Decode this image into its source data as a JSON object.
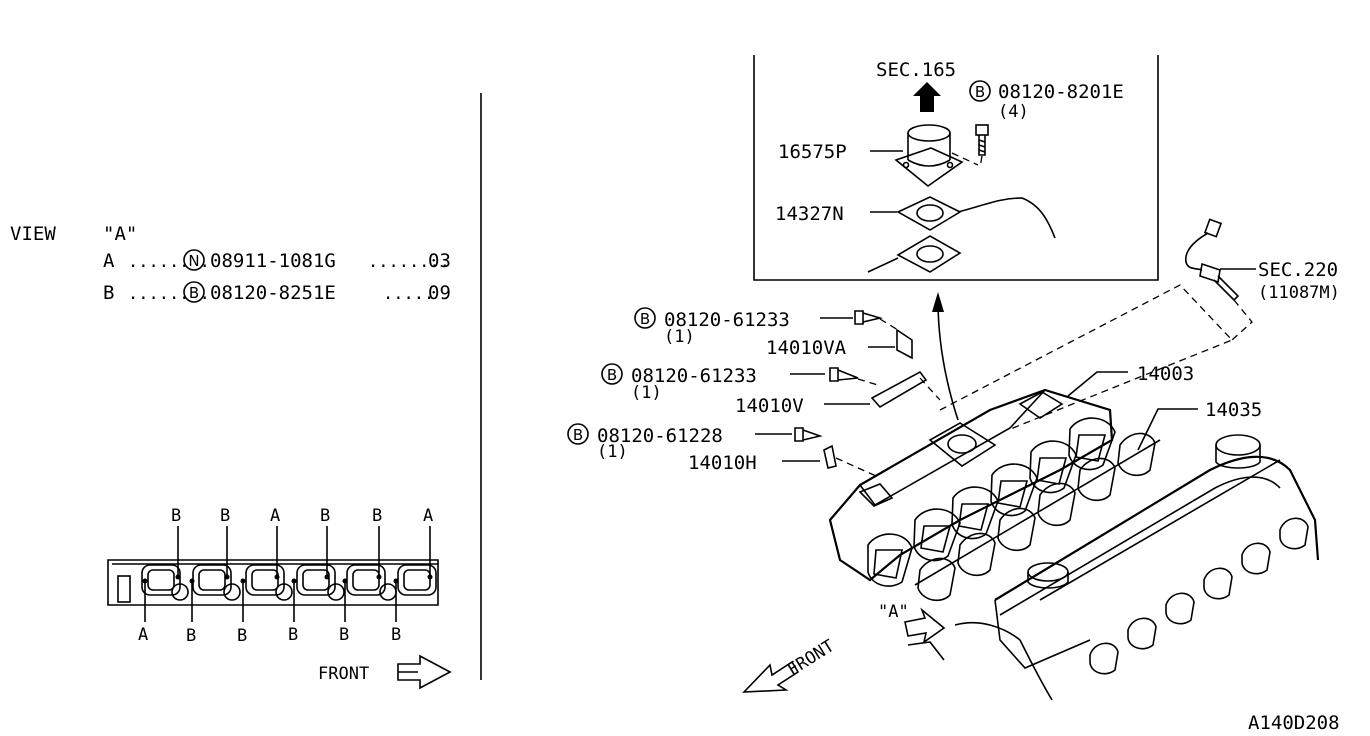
{
  "view": {
    "title": "VIEW",
    "title_ref": "\"A\"",
    "rows": [
      {
        "letter": "A",
        "dots1": "........",
        "badge": "N",
        "part": "08911-1081G",
        "dots2": "........",
        "qty": "03"
      },
      {
        "letter": "B",
        "dots1": "........",
        "badge": "B",
        "part": "08120-8251E",
        "dots2": ".....",
        "qty": "09"
      }
    ]
  },
  "gasket_view": {
    "top_letters": [
      "B",
      "B",
      "A",
      "B",
      "B",
      "A"
    ],
    "bottom_letters": [
      "A",
      "B",
      "B",
      "B",
      "B",
      "B"
    ],
    "front_label": "FRONT"
  },
  "inset": {
    "sec_label": "SEC.165",
    "bolt_badge": "B",
    "bolt_part": "08120-8201E",
    "bolt_qty": "(4)",
    "part_16575P": "16575P",
    "part_14327N": "14327N"
  },
  "callouts": {
    "b1_badge": "B",
    "b1_part": "08120-61233",
    "b1_qty": "(1)",
    "p14010VA": "14010VA",
    "b2_badge": "B",
    "b2_part": "08120-61233",
    "b2_qty": "(1)",
    "p14010V": "14010V",
    "b3_badge": "B",
    "b3_part": "08120-61228",
    "b3_qty": "(1)",
    "p14010H": "14010H",
    "p14003": "14003",
    "p14035": "14035",
    "sec220": "SEC.220",
    "sec220_ref": "(11087M)",
    "view_a_ref": "\"A\"",
    "front_label": "FRONT"
  },
  "diagram_id": "A140D208"
}
